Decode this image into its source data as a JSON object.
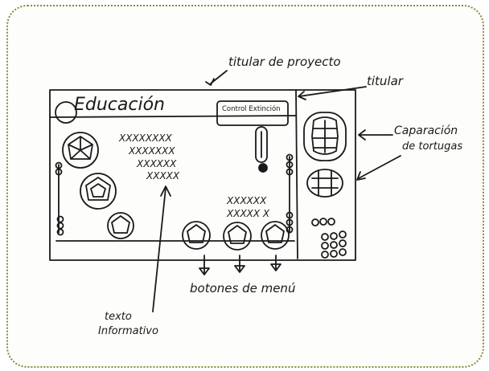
{
  "sketch": {
    "app_title": "Educación",
    "panel_button": "Control Extinción",
    "info_text_lines": [
      "XXXXXXXX",
      "XXXXXXX",
      "XXXXXX",
      "XXXXX"
    ],
    "side_text_lines": [
      "XXXXXX",
      "XXXXX X"
    ]
  },
  "annotations": {
    "project_title": "titular de proyecto",
    "title": "titular",
    "turtle_comparison_line1": "Caparación",
    "turtle_comparison_line2": "de tortugas",
    "menu_buttons": "botones de menú",
    "info_text_line1": "texto",
    "info_text_line2": "Informativo"
  }
}
